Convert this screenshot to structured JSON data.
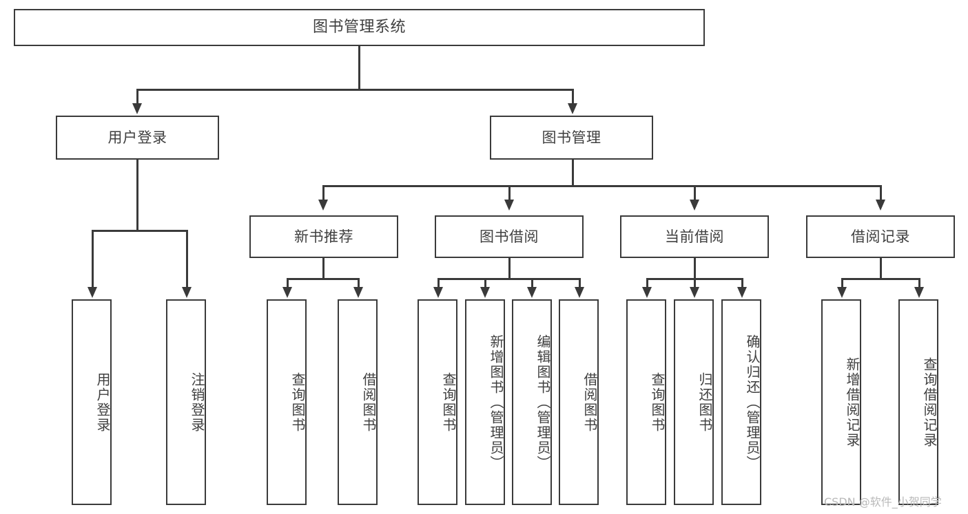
{
  "diagram": {
    "type": "tree",
    "title": "图书管理系统",
    "orientation": "top-down",
    "colors": {
      "stroke": "#3a3a3a",
      "text": "#3f3f3f",
      "background": "#ffffff",
      "watermark": "#b9b9b9"
    },
    "root": {
      "label": "图书管理系统"
    },
    "level1": [
      {
        "id": "user-login",
        "label": "用户登录"
      },
      {
        "id": "book-management",
        "label": "图书管理"
      }
    ],
    "level2": [
      {
        "id": "new-book-recommend",
        "label": "新书推荐",
        "parent": "book-management"
      },
      {
        "id": "book-borrow",
        "label": "图书借阅",
        "parent": "book-management"
      },
      {
        "id": "current-borrow",
        "label": "当前借阅",
        "parent": "book-management"
      },
      {
        "id": "borrow-record",
        "label": "借阅记录",
        "parent": "book-management"
      }
    ],
    "leaves": {
      "user-login": [
        {
          "id": "leaf-user-login",
          "label": "用户登录"
        },
        {
          "id": "leaf-user-logout",
          "label": "注销登录"
        }
      ],
      "new-book-recommend": [
        {
          "id": "leaf-query-book-1",
          "label": "查询图书"
        },
        {
          "id": "leaf-borrow-book-1",
          "label": "借阅图书"
        }
      ],
      "book-borrow": [
        {
          "id": "leaf-query-book-2",
          "label": "查询图书"
        },
        {
          "id": "leaf-add-book",
          "label": "新增图书（管理员）"
        },
        {
          "id": "leaf-edit-book",
          "label": "编辑图书（管理员）"
        },
        {
          "id": "leaf-borrow-book-2",
          "label": "借阅图书"
        }
      ],
      "current-borrow": [
        {
          "id": "leaf-query-book-3",
          "label": "查询图书"
        },
        {
          "id": "leaf-return-book",
          "label": "归还图书"
        },
        {
          "id": "leaf-confirm-return",
          "label": "确认归还（管理员）"
        }
      ],
      "borrow-record": [
        {
          "id": "leaf-add-record",
          "label": "新增借阅记录"
        },
        {
          "id": "leaf-query-record",
          "label": "查询借阅记录"
        }
      ]
    }
  },
  "watermark": {
    "text": "CSDN @软件_小贺同学"
  }
}
